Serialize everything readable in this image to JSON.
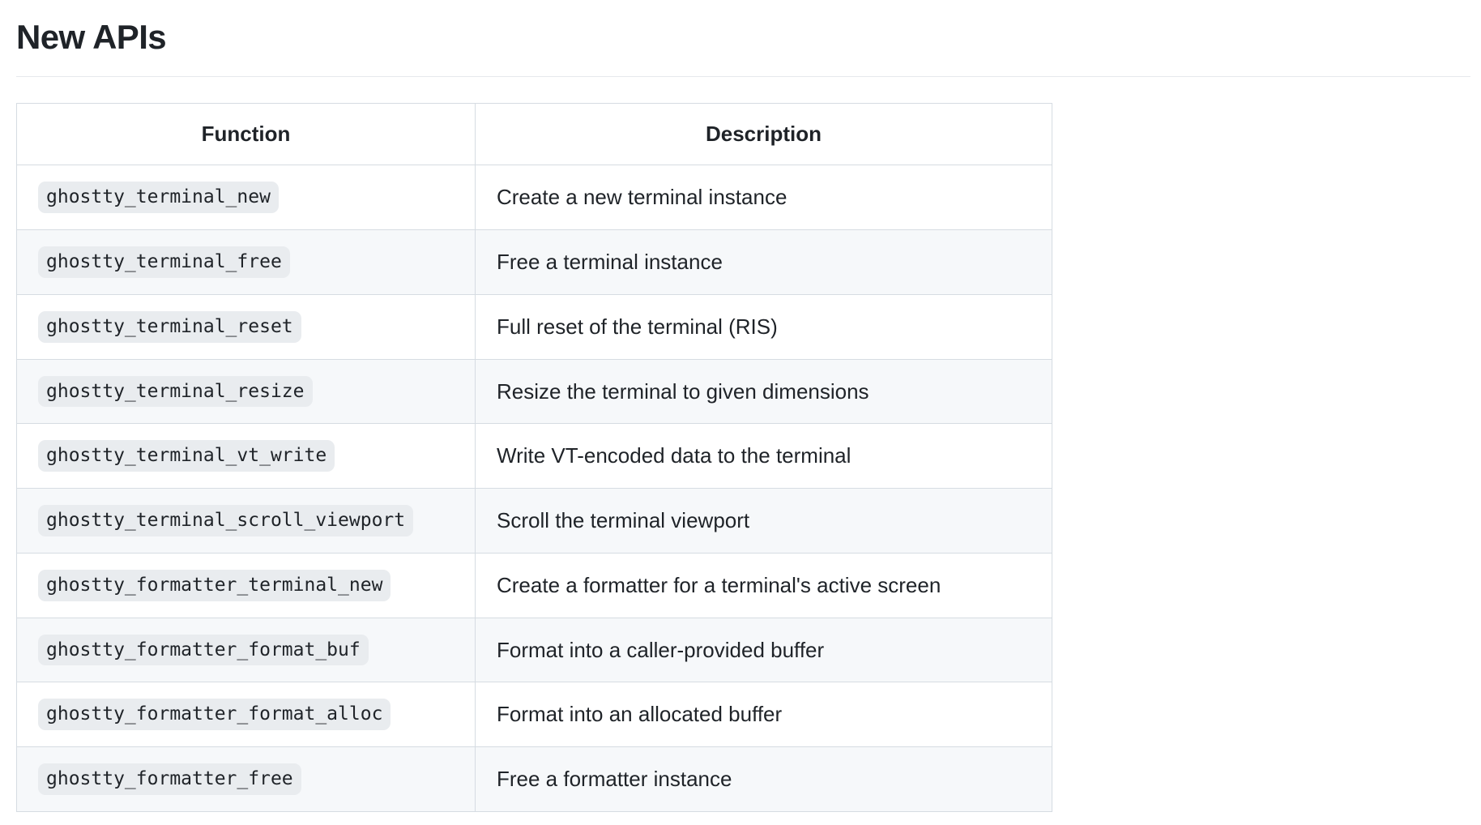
{
  "page": {
    "title": "New APIs"
  },
  "table": {
    "columns": [
      {
        "key": "function",
        "label": "Function"
      },
      {
        "key": "description",
        "label": "Description"
      }
    ],
    "rows": [
      {
        "function": "ghostty_terminal_new",
        "description": "Create a new terminal instance"
      },
      {
        "function": "ghostty_terminal_free",
        "description": "Free a terminal instance"
      },
      {
        "function": "ghostty_terminal_reset",
        "description": "Full reset of the terminal (RIS)"
      },
      {
        "function": "ghostty_terminal_resize",
        "description": "Resize the terminal to given dimensions"
      },
      {
        "function": "ghostty_terminal_vt_write",
        "description": "Write VT-encoded data to the terminal"
      },
      {
        "function": "ghostty_terminal_scroll_viewport",
        "description": "Scroll the terminal viewport"
      },
      {
        "function": "ghostty_formatter_terminal_new",
        "description": "Create a formatter for a terminal's active screen"
      },
      {
        "function": "ghostty_formatter_format_buf",
        "description": "Format into a caller-provided buffer"
      },
      {
        "function": "ghostty_formatter_format_alloc",
        "description": "Format into an allocated buffer"
      },
      {
        "function": "ghostty_formatter_free",
        "description": "Free a formatter instance"
      }
    ]
  },
  "colors": {
    "text": "#1f2328",
    "border": "#d6dce2",
    "rule": "#e6e9ec",
    "zebra": "#f6f8fa",
    "code_bg": "#e9ecef",
    "page_bg": "#ffffff"
  }
}
